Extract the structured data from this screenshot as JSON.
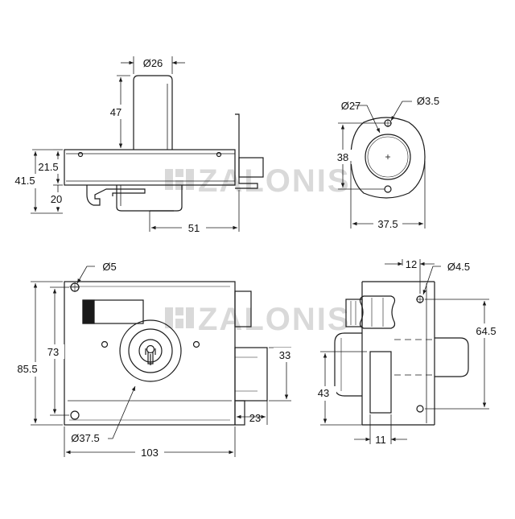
{
  "watermark": {
    "brand": "ZALONIS"
  },
  "views": {
    "side_view": {
      "dims": {
        "cylinder_diameter": "Ø26",
        "cylinder_height": "47",
        "upper_height": "21.5",
        "total_height": "41.5",
        "lower_height": "20",
        "depth": "51"
      }
    },
    "cylinder_face": {
      "dims": {
        "cylinder_diameter": "Ø27",
        "hole_diameter": "Ø3.5",
        "height": "38",
        "width": "37.5"
      }
    },
    "front_view": {
      "dims": {
        "hole_diameter": "Ø5",
        "inner_height": "73",
        "total_height": "85.5",
        "bolt_height": "33",
        "bolt_projection": "23",
        "rosette_diameter": "Ø37.5",
        "width": "103"
      }
    },
    "end_view": {
      "dims": {
        "hole_offset": "12",
        "hole_diameter": "Ø4.5",
        "hole_spacing": "64.5",
        "keeper_height": "43",
        "keeper_width": "11"
      }
    }
  },
  "colors": {
    "line": "#1a1a1a",
    "watermark": "#d9d9d9",
    "background": "#ffffff"
  }
}
